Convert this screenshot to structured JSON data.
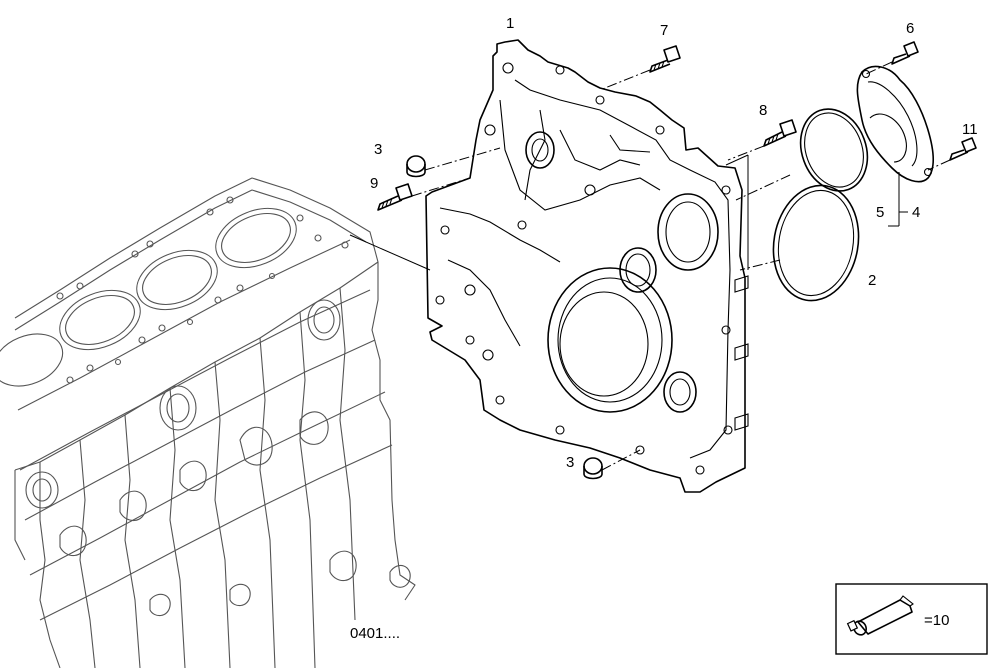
{
  "diagram": {
    "title": "",
    "reference_code": "0401....",
    "callouts": [
      "1",
      "2",
      "3",
      "3",
      "4",
      "5",
      "6",
      "7",
      "8",
      "9",
      "11"
    ],
    "legend": {
      "icon": "sealant-tube-icon",
      "label": "=10"
    }
  }
}
